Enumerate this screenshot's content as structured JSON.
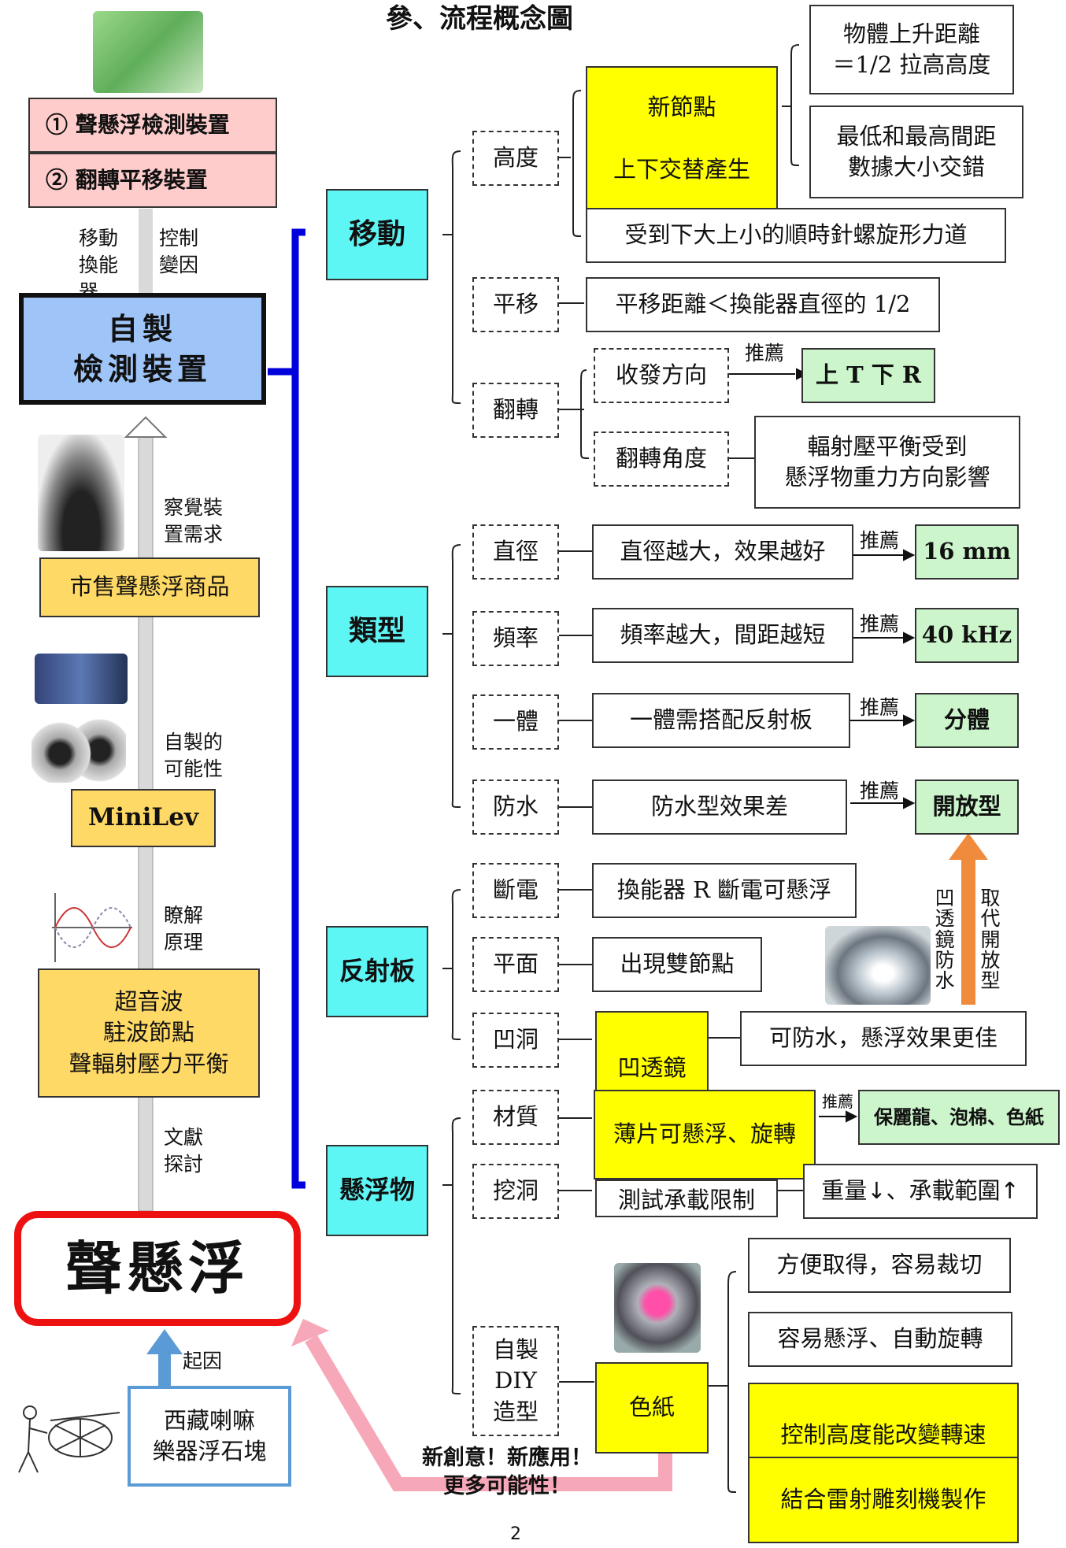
{
  "title": "參、流程概念圖",
  "left": {
    "device_items": [
      "① 聲懸浮檢測裝置",
      "② 翻轉平移裝置"
    ],
    "label_transducer": "移動\n換能\n器",
    "label_control": "控制\n變因",
    "main_device": "自製\n檢測裝置",
    "label_need": "察覺裝\n置需求",
    "commercial": "市售聲懸浮商品",
    "label_possible": "自製的\n可能性",
    "minilev": "MiniLev",
    "label_principle": "瞭解\n原理",
    "principle": "超音波\n駐波節點\n聲輻射壓力平衡",
    "label_literature": "文獻\n探討",
    "core": "聲懸浮",
    "label_origin": "起因",
    "origin": "西藏喇嘛\n樂器浮石塊",
    "innovation": "新創意！新應用！\n更多可能性！"
  },
  "categories": {
    "move": "移動",
    "type": "類型",
    "reflector": "反射板",
    "floater": "懸浮物"
  },
  "move": {
    "height": "高度",
    "new_node": "新節點\n\n上下交替產生",
    "rise": "物體上升距離\n＝1/2 拉高高度",
    "minmax": "最低和最高間距\n數據大小交錯",
    "spiral": "受到下大上小的順時針螺旋形力道",
    "translate": "平移",
    "translate_note": "平移距離＜換能器直徑的 1/2",
    "flip": "翻轉",
    "direction": "收發方向",
    "recommend": "推薦",
    "direction_rec": "上 T 下 R",
    "angle": "翻轉角度",
    "angle_note": "輻射壓平衡受到\n懸浮物重力方向影響"
  },
  "type": {
    "diameter": "直徑",
    "diameter_note": "直徑越大，效果越好",
    "diameter_rec": "16 mm",
    "frequency": "頻率",
    "frequency_note": "頻率越大，間距越短",
    "frequency_rec": "40 kHz",
    "integrated": "一體",
    "integrated_note": "一體需搭配反射板",
    "integrated_rec": "分體",
    "waterproof": "防水",
    "waterproof_note": "防水型效果差",
    "waterproof_rec": "開放型",
    "recommend": "推薦"
  },
  "reflector": {
    "power_off": "斷電",
    "power_off_note": "換能器 R 斷電可懸浮",
    "flat": "平面",
    "flat_note": "出現雙節點",
    "concave": "凹洞",
    "concave_lens": "凹透鏡",
    "concave_note": "可防水，懸浮效果更佳",
    "lens_label": "凹\n透\n鏡\n防\n水",
    "replace_label": "取\n代\n開\n放\n型"
  },
  "floater": {
    "material": "材質",
    "material_note": "薄片可懸浮、旋轉",
    "recommend": "推薦",
    "material_rec": "保麗龍、泡棉、色紙",
    "hole": "挖洞",
    "hole_note": "測試承載限制",
    "hole_result": "重量↓、承載範圍↑",
    "diy": "自製\nDIY\n造型",
    "paper": "色紙",
    "p1": "方便取得，容易裁切",
    "p2": "容易懸浮、自動旋轉",
    "p3": "控制高度能改變轉速",
    "p4": "結合雷射雕刻機製作"
  },
  "page_number": "2",
  "colors": {
    "cyan": "#5ef5f5",
    "yellow": "#ffff00",
    "green": "#ccf5cc",
    "orange": "#ffd966",
    "pink": "#ffcccc",
    "blue_box": "#9fc5f8",
    "red_border": "#ee1111",
    "bracket_blue": "#0000dd",
    "arrow_orange": "#f08a3c",
    "arrow_pink": "#f7a8b8",
    "arrow_blue": "#5b9bd5"
  }
}
